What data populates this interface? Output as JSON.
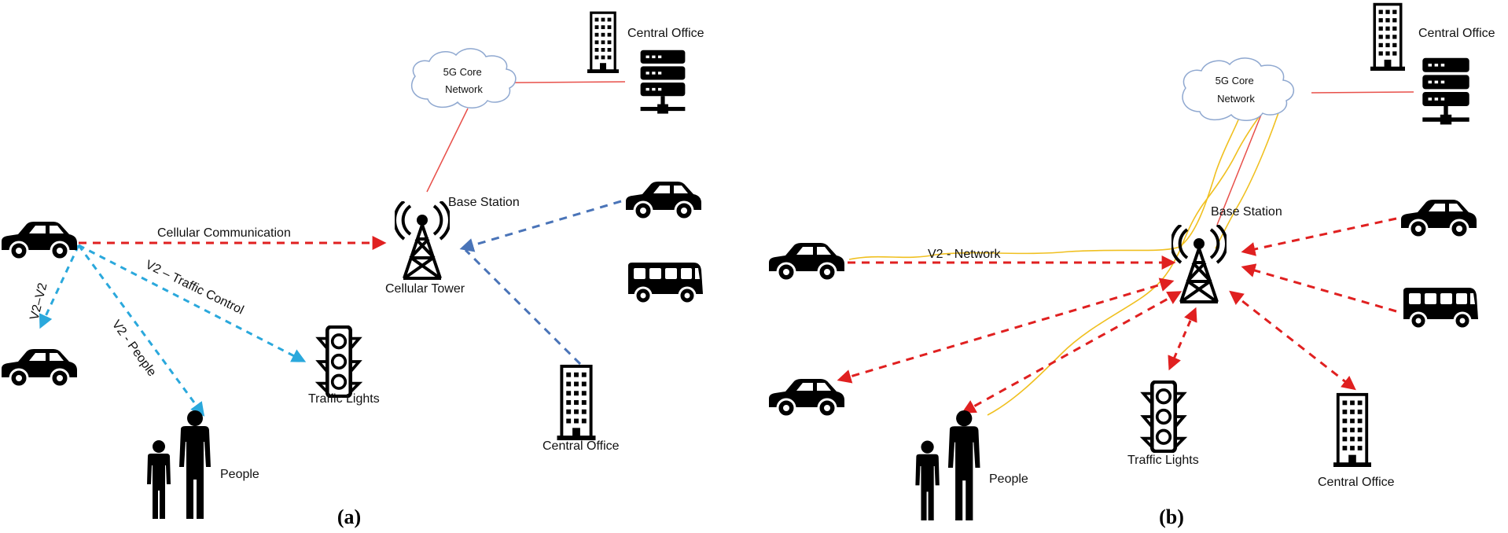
{
  "panel_a": {
    "caption": "(a)",
    "core_network": [
      "5G Core",
      "Network"
    ],
    "central_office_top": "Central Office",
    "base_station": "Base Station",
    "cellular_tower": "Cellular Tower",
    "cellular_comm": "Cellular Communication",
    "v2v": "V2–V2",
    "v2_traffic": "V2 – Traffic Control",
    "v2_people": "V2 - People",
    "traffic_lights": "Traffic Lights",
    "people": "People",
    "central_office_bottom": "Central Office"
  },
  "panel_b": {
    "caption": "(b)",
    "core_network": [
      "5G Core",
      "Network"
    ],
    "central_office_top": "Central Office",
    "base_station": "Base Station",
    "v2_network": "V2 - Network",
    "traffic_lights": "Traffic Lights",
    "people": "People",
    "central_office_bottom": "Central Office"
  },
  "colors": {
    "cellular": "#e02020",
    "v2x": "#2aa8dc",
    "core_link": "#e8504a",
    "blue_link": "#4a74b8",
    "network_path": "#f0c020",
    "cloud_stroke": "#8fa8d0",
    "icon": "#000000"
  }
}
